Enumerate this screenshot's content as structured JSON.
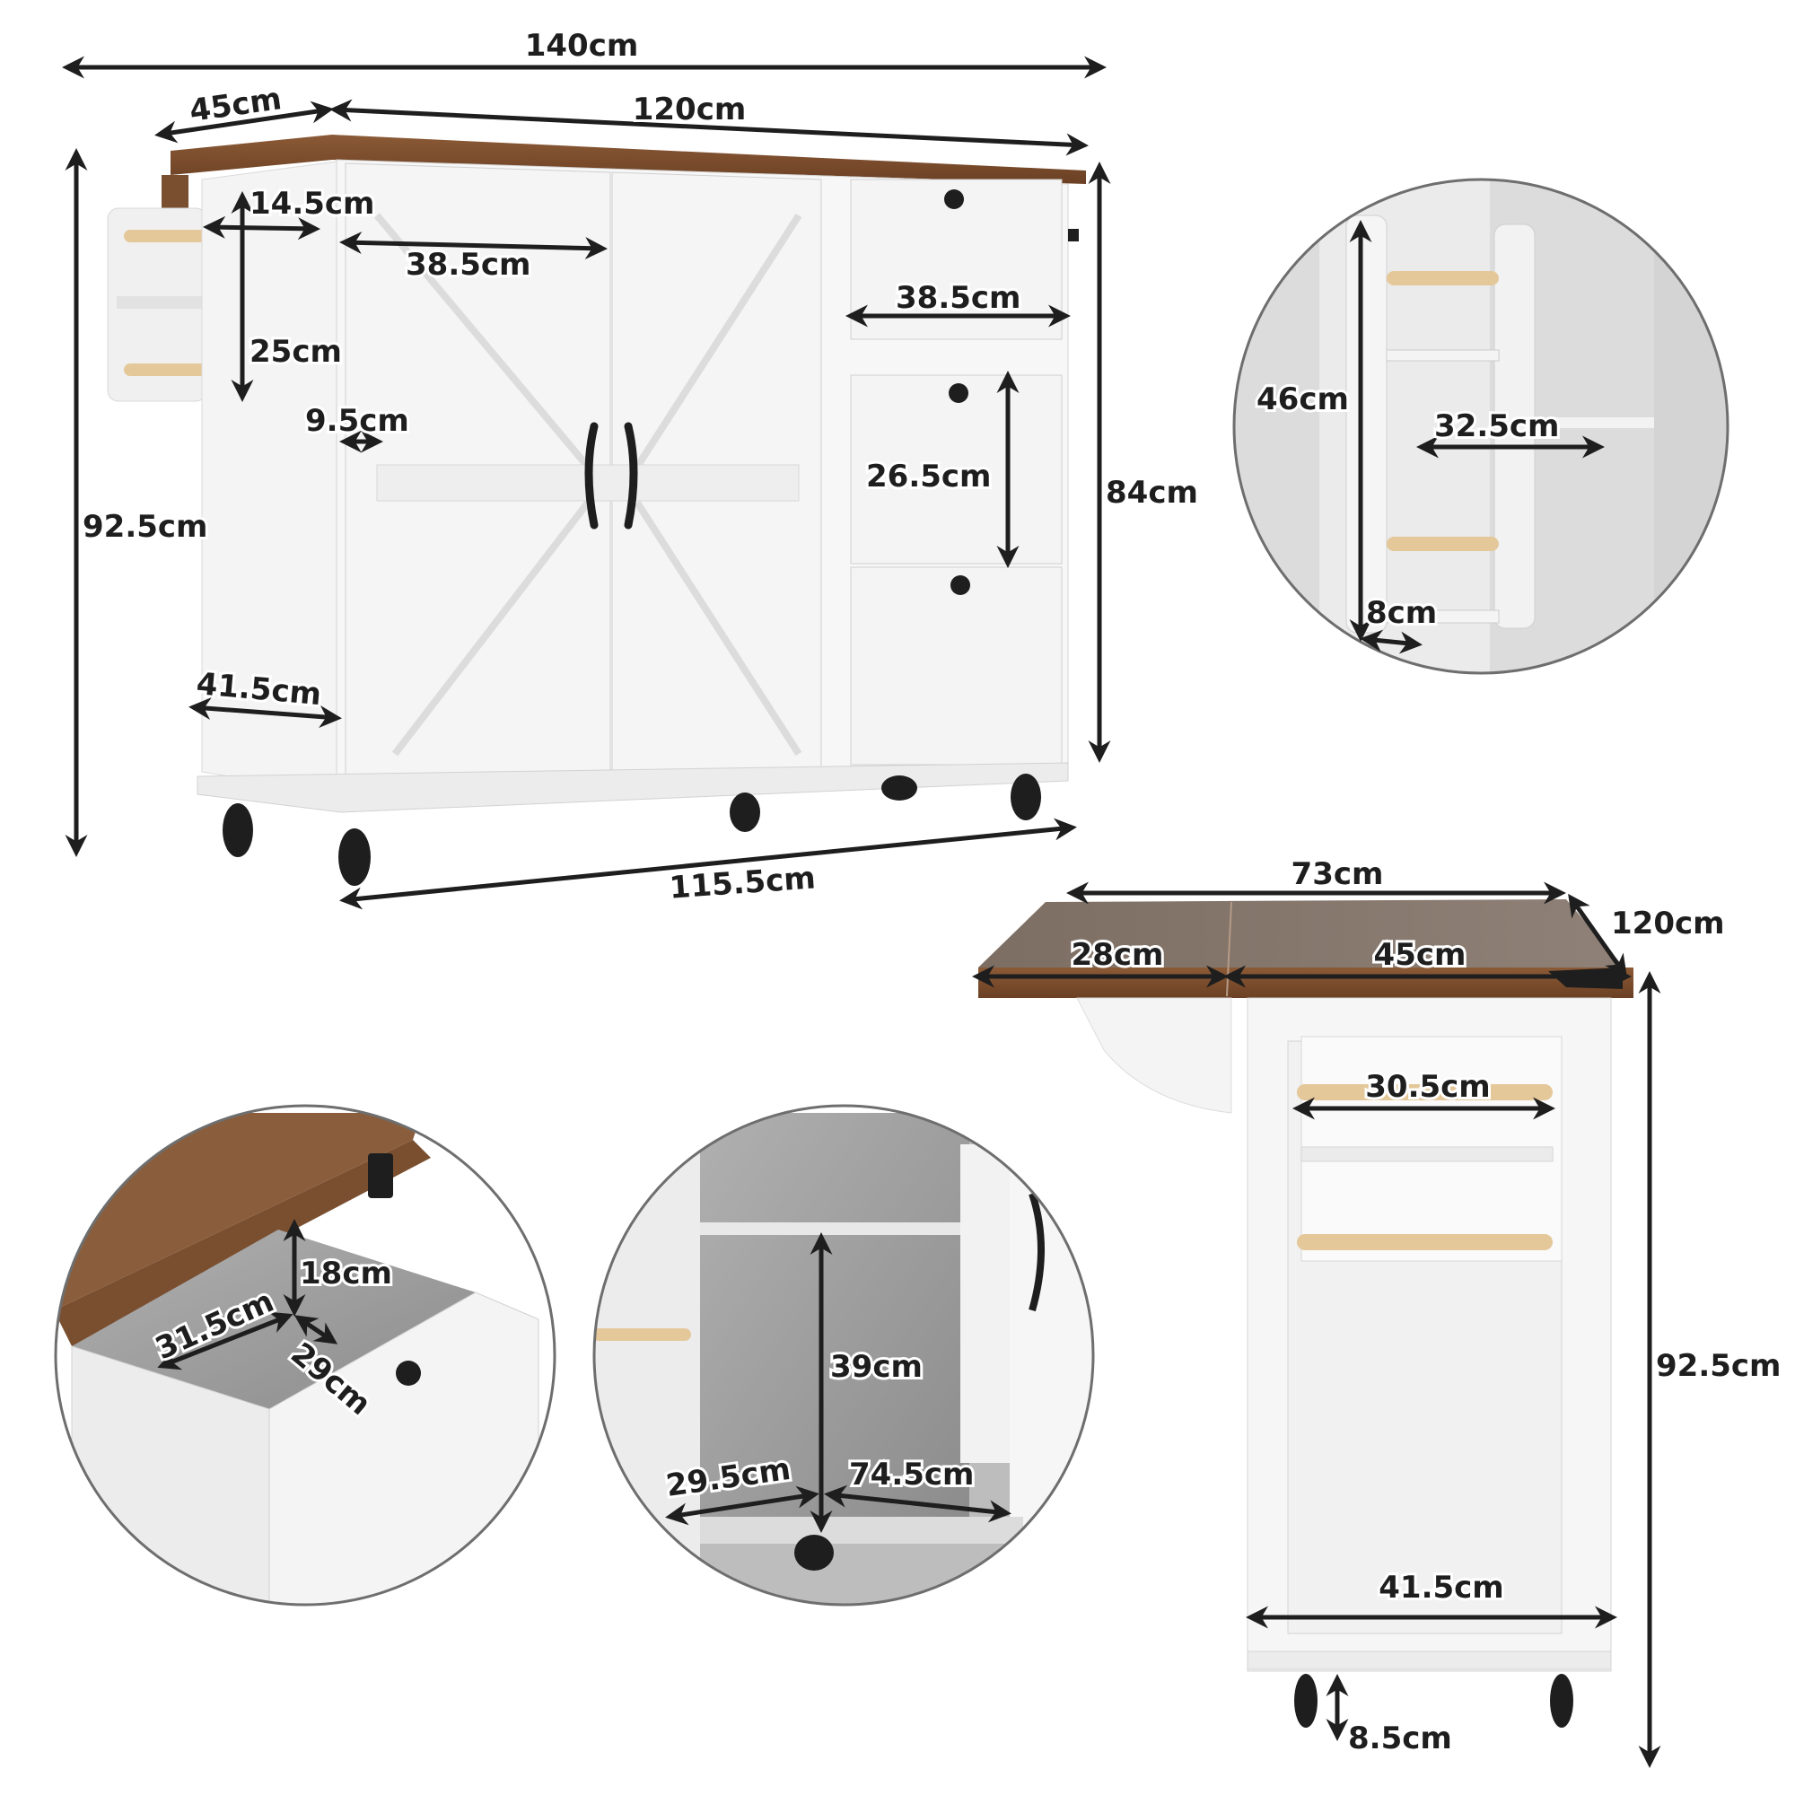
{
  "title": "Kitchen island cart dimensions",
  "colors": {
    "countertop": "#7a4f30",
    "countertop_top": "#8a7a6e",
    "cabinet": "#f3f3f3",
    "cabinet_edge": "#d8d8d8",
    "interior": "#9e9e9e",
    "wood_rod": "#e5c89a",
    "hardware": "#1e1e1e",
    "circle_border": "#6e6e6e"
  },
  "main_view": {
    "overall_width": "140cm",
    "depth": "45cm",
    "top_length": "120cm",
    "spice_rack_width": "14.5cm",
    "door_width": "38.5cm",
    "drawer_width": "38.5cm",
    "spice_rack_height": "25cm",
    "side_gap": "9.5cm",
    "drawer_height": "26.5cm",
    "total_height": "92.5cm",
    "body_height": "84cm",
    "side_depth": "41.5cm",
    "base_length": "115.5cm"
  },
  "rack_detail": {
    "height": "46cm",
    "inner_width": "32.5cm",
    "shelf_depth": "8cm"
  },
  "side_view": {
    "extended_width": "73cm",
    "length": "120cm",
    "leaf_width": "28cm",
    "top_width": "45cm",
    "rack_width": "30.5cm",
    "body_width": "41.5cm",
    "caster_height": "8.5cm",
    "total_height": "92.5cm"
  },
  "drawer_detail": {
    "height": "18cm",
    "width": "31.5cm",
    "depth": "29cm"
  },
  "cabinet_detail": {
    "height": "39cm",
    "depth": "29.5cm",
    "width": "74.5cm"
  }
}
